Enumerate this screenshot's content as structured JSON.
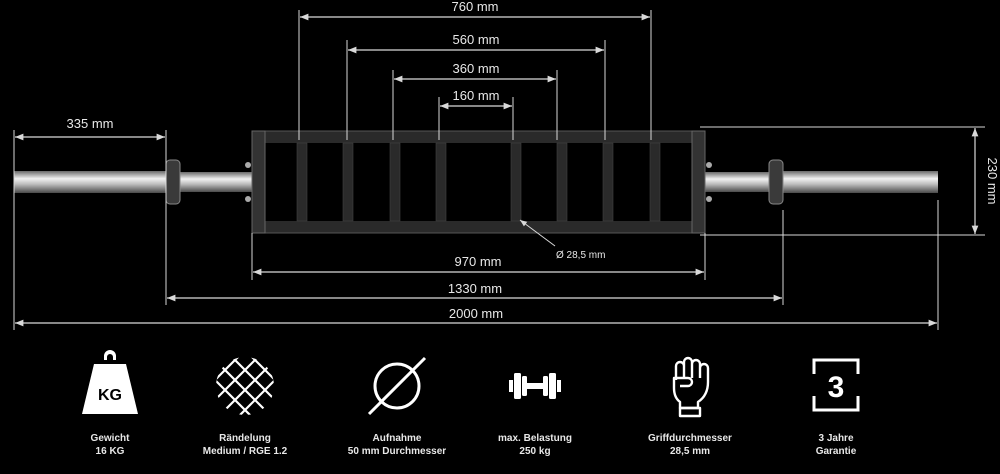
{
  "dimensions": {
    "d760": "760 mm",
    "d560": "560 mm",
    "d360": "360 mm",
    "d160": "160 mm",
    "d335": "335 mm",
    "d230": "230 mm",
    "d970": "970 mm",
    "d1330": "1330 mm",
    "d2000": "2000 mm",
    "dia": "Ø 28,5 mm"
  },
  "features": [
    {
      "icon": "kg-weight-icon",
      "line1": "Gewicht",
      "line2": "16 KG",
      "badge": "KG"
    },
    {
      "icon": "knurling-icon",
      "line1": "Rändelung",
      "line2": "Medium / RGE 1.2"
    },
    {
      "icon": "diameter-icon",
      "line1": "Aufnahme",
      "line2": "50 mm Durchmesser"
    },
    {
      "icon": "dumbbell-icon",
      "line1": "max. Belastung",
      "line2": "250 kg"
    },
    {
      "icon": "fist-icon",
      "line1": "Griffdurchmesser",
      "line2": "28,5 mm"
    },
    {
      "icon": "warranty-3-icon",
      "line1": "3 Jahre",
      "line2": "Garantie",
      "badge": "3"
    }
  ],
  "colors": {
    "background": "#000000",
    "frame": "#2e2e2e",
    "line": "#d9d9d9",
    "chrome": "#c8c8c8"
  }
}
